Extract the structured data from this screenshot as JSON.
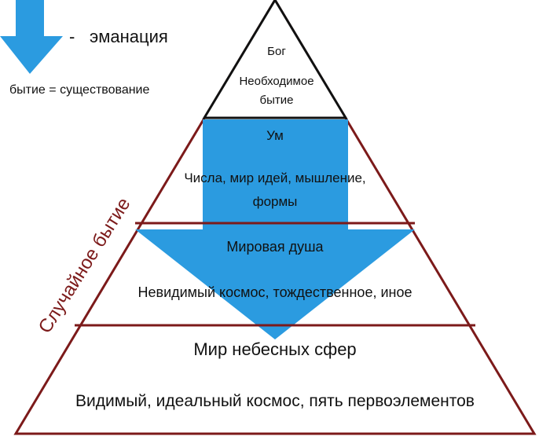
{
  "legend": {
    "dash": "-",
    "emanation": "эманация",
    "being_equals_existence": "бытие = существование"
  },
  "pyramid": {
    "god": "Бог",
    "necessary_being_line1": "Необходимое",
    "necessary_being_line2": "бытие",
    "mind": "Ум",
    "mind_desc_line1": "Числа, мир идей, мышление,",
    "mind_desc_line2": "формы",
    "world_soul": "Мировая душа",
    "world_soul_desc": "Невидимый космос, тождественное, иное",
    "celestial_spheres": "Мир небесных сфер",
    "celestial_desc": "Видимый, идеальный космос, пять первоэлементов",
    "side_label": "Случайное бытие"
  },
  "colors": {
    "arrow": "#2b9be0",
    "outline": "#7c1a1a",
    "top_outline": "#111111",
    "text": "#111111"
  }
}
